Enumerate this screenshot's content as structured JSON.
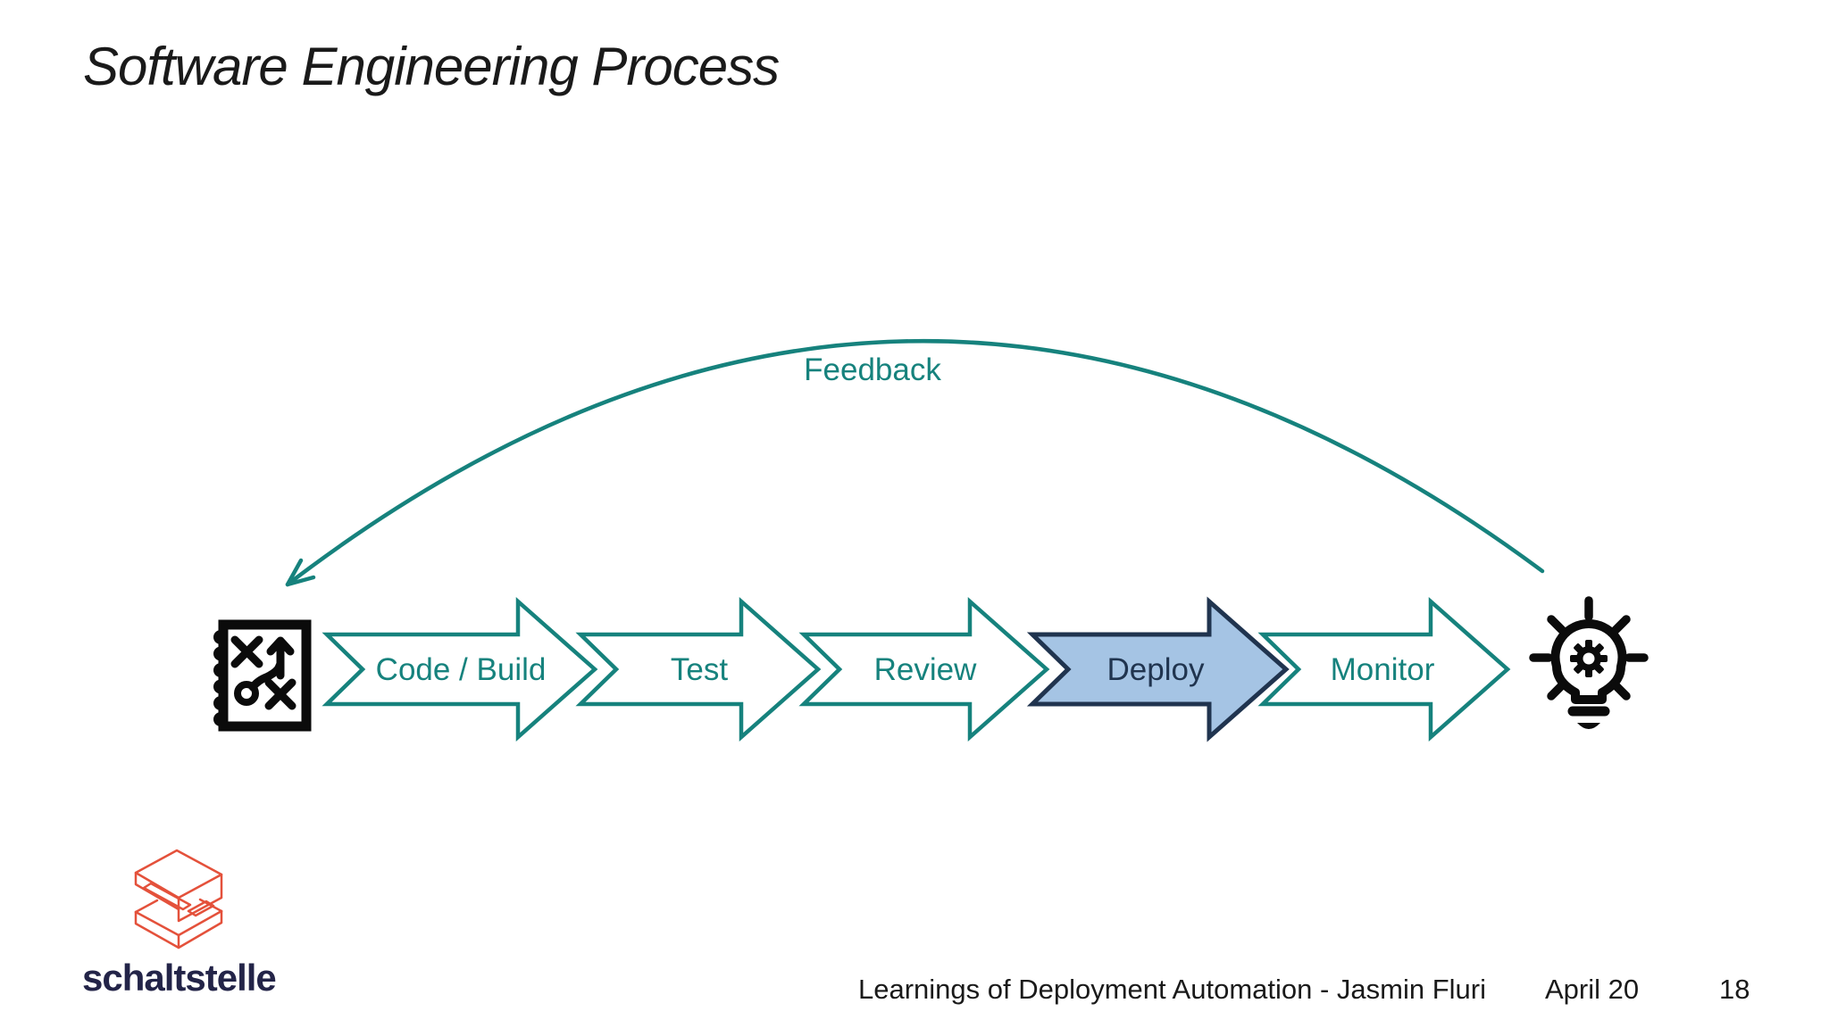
{
  "slide": {
    "title": "Software Engineering Process",
    "footer_text": "Learnings of Deployment Automation - Jasmin Fluri",
    "footer_date": "April 20",
    "page_number": "18"
  },
  "diagram": {
    "feedback_label": "Feedback",
    "steps": [
      {
        "label": "Code / Build",
        "highlighted": false
      },
      {
        "label": "Test",
        "highlighted": false
      },
      {
        "label": "Review",
        "highlighted": false
      },
      {
        "label": "Deploy",
        "highlighted": true
      },
      {
        "label": "Monitor",
        "highlighted": false
      }
    ],
    "start_icon": "strategy-notebook-icon",
    "end_icon": "lightbulb-gear-icon"
  },
  "branding": {
    "logo_text": "schaltstelle",
    "logo_icon": "isometric-cube-logo"
  },
  "colors": {
    "teal": "#16827D",
    "deploy_fill": "#A5C4E4",
    "deploy_border": "#20344F",
    "icon_black": "#0B0B0B",
    "logo_red": "#E4513B",
    "logo_navy": "#232448",
    "text_black": "#1A1A1A",
    "background": "#FFFFFF"
  }
}
